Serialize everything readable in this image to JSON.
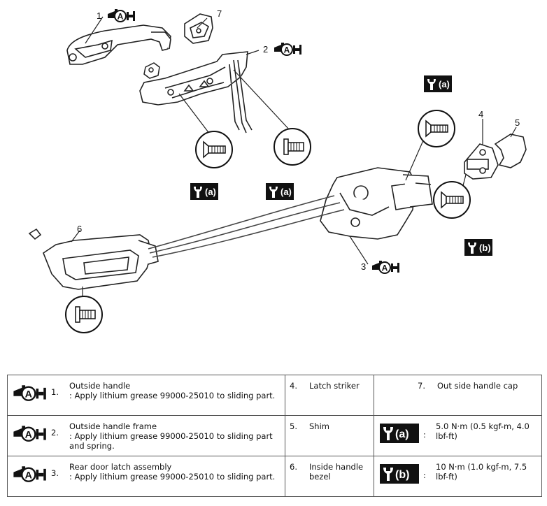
{
  "callouts": {
    "c1": "1",
    "c2": "2",
    "c3": "3",
    "c4": "4",
    "c5": "5",
    "c6": "6",
    "c7": "7"
  },
  "torque_tags": {
    "a": "(a)",
    "b": "(b)"
  },
  "grease_icon_letter": "A",
  "legend": {
    "rows": [
      {
        "num": "1.",
        "title": "Outside handle",
        "note": ": Apply lithium grease 99000-25010 to sliding part.",
        "col2_num": "4.",
        "col2_text": "Latch striker",
        "col3_num": "7.",
        "col3_text": "Out side handle cap"
      },
      {
        "num": "2.",
        "title": "Outside handle frame",
        "note": ": Apply lithium grease 99000-25010 to sliding part and spring.",
        "col2_num": "5.",
        "col2_text": "Shim",
        "col3_tag": "(a)",
        "col3_colon": ":",
        "col3_text": "5.0 N·m (0.5 kgf-m, 4.0 lbf-ft)"
      },
      {
        "num": "3.",
        "title": "Rear door latch assembly",
        "note": ": Apply lithium grease 99000-25010 to sliding part.",
        "col2_num": "6.",
        "col2_text": "Inside handle bezel",
        "col3_tag": "(b)",
        "col3_colon": ":",
        "col3_text": "10 N·m (1.0 kgf-m, 7.5 lbf-ft)"
      }
    ]
  },
  "colors": {
    "line": "#222222",
    "badge_bg": "#111111",
    "badge_fg": "#ffffff"
  }
}
